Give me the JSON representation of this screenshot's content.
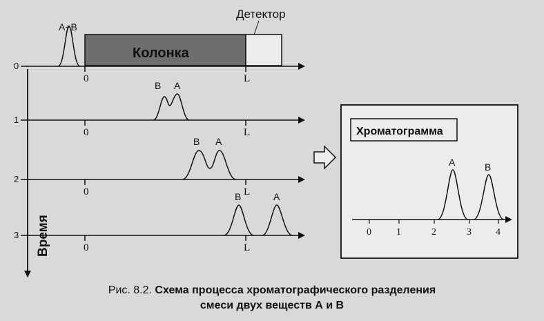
{
  "detector_label": "Детектор",
  "column_label": "Колонка",
  "chromatogram_label": "Хроматограмма",
  "time_axis_label": "Время",
  "stages": [
    {
      "row_label": "0",
      "zero_label": "0",
      "end_label": "L",
      "peak_labels": [
        "A+B"
      ]
    },
    {
      "row_label": "1",
      "zero_label": "0",
      "end_label": "L",
      "peak_labels": [
        "B",
        "A"
      ]
    },
    {
      "row_label": "2",
      "zero_label": "0",
      "end_label": "L",
      "peak_labels": [
        "B",
        "A"
      ]
    },
    {
      "row_label": "3",
      "zero_label": "0",
      "end_label": "L",
      "peak_labels": [
        "B",
        "A"
      ]
    }
  ],
  "chromatogram": {
    "ticks": [
      "0",
      "1",
      "2",
      "3",
      "4"
    ],
    "peak_labels": [
      "A",
      "B"
    ]
  },
  "caption": {
    "lead": "Рис. 8.2.",
    "line1": "Схема процесса хроматографического разделения",
    "line2": "смеси двух веществ А и В"
  },
  "colors": {
    "column_fill": "#6e6e6e",
    "line": "#111111",
    "background": "#d9d9d9",
    "box_fill": "#ececec"
  }
}
